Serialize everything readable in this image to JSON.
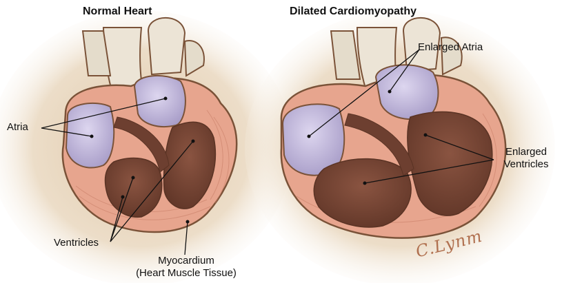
{
  "titles": {
    "left": "Normal Heart",
    "right": "Dilated Cardiomyopathy"
  },
  "labels": {
    "atria": "Atria",
    "ventricles": "Ventricles",
    "myocardium_line1": "Myocardium",
    "myocardium_line2": "(Heart Muscle Tissue)",
    "enlarged_atria": "Enlarged Atria",
    "enlarged_ventricles_line1": "Enlarged",
    "enlarged_ventricles_line2": "Ventricles"
  },
  "signature": "C.Lynm",
  "colors": {
    "background_wash": "#e6d2b6",
    "heart_wall": "#e7a58e",
    "wall_outline": "#7a5238",
    "chamber_interior": "#6d3f30",
    "atrium_fill": "#c8bfe0",
    "vessel_fill": "#ece4d6"
  }
}
